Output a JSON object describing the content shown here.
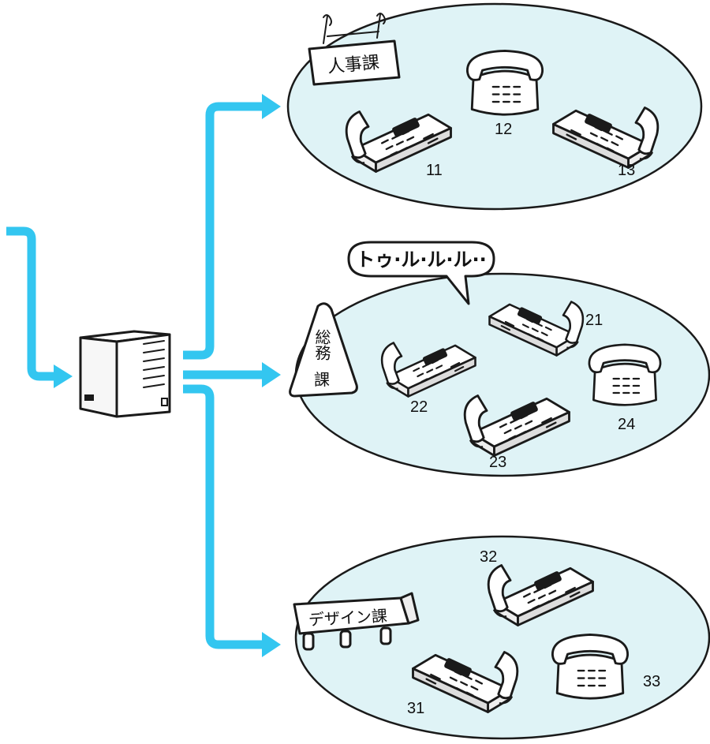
{
  "colors": {
    "arrow": "#33c6f0",
    "room_fill": "#dff3f6",
    "ink": "#1a1a1a"
  },
  "pbx": {
    "icon": "pbx-unit-icon"
  },
  "departments": [
    {
      "name": "人事課",
      "sign": "hanging-sign",
      "phones": [
        {
          "ext": "11",
          "icon": "multi-line-phone-icon"
        },
        {
          "ext": "12",
          "icon": "basic-phone-icon"
        },
        {
          "ext": "13",
          "icon": "multi-line-phone-icon"
        }
      ]
    },
    {
      "name": "総務",
      "name2": "課",
      "sign": "triangle-sign",
      "ringing": "トゥ·ル·ル·ル··",
      "phones": [
        {
          "ext": "21",
          "icon": "multi-line-phone-icon"
        },
        {
          "ext": "22",
          "icon": "basic-phone-icon"
        },
        {
          "ext": "23",
          "icon": "multi-line-phone-icon"
        },
        {
          "ext": "24",
          "icon": "basic-phone-icon"
        }
      ]
    },
    {
      "name": "デザイン課",
      "sign": "bench-sign",
      "phones": [
        {
          "ext": "31",
          "icon": "multi-line-phone-icon"
        },
        {
          "ext": "32",
          "icon": "basic-phone-icon"
        },
        {
          "ext": "33",
          "icon": "multi-line-phone-icon"
        }
      ]
    }
  ]
}
